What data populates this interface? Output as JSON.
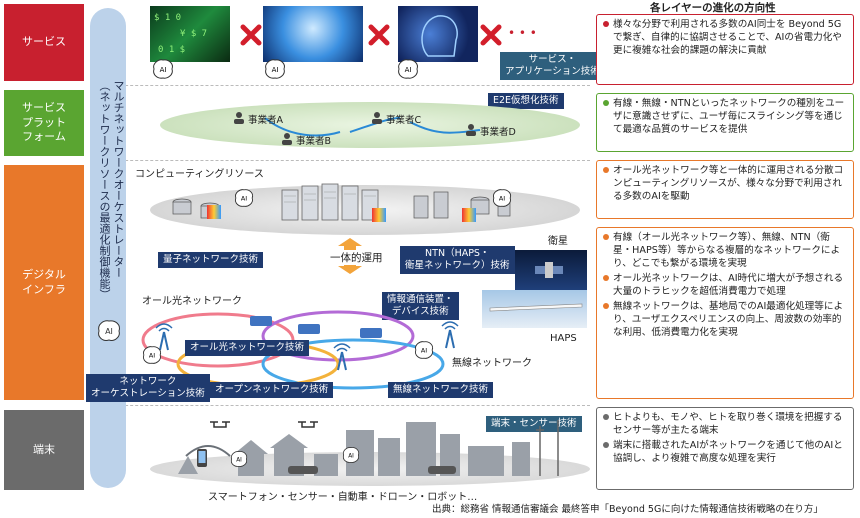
{
  "right_header": "各レイヤーの進化の方向性",
  "layers": [
    {
      "label": "サービス",
      "color": "#c8202f"
    },
    {
      "label": "サービス\nプラット\nフォーム",
      "color": "#5aa531"
    },
    {
      "label": "デジタル\nインフラ",
      "color": "#e8782a"
    },
    {
      "label": "端末",
      "color": "#6b6b6b"
    }
  ],
  "orchestrator": "マルチネットワークオーケストレーター\n（ネットワークリソースの最適化制御機能）",
  "service": {
    "ellipsis": "• • •",
    "tech_label": "サービス・\nアプリケーション技術",
    "ai": "AI"
  },
  "platform": {
    "tech_label": "E2E仮想化技術",
    "operators": [
      "事業者A",
      "事業者B",
      "事業者C",
      "事業者D"
    ]
  },
  "infra": {
    "computing_title": "コンピューティングリソース",
    "integrated": "一体的運用",
    "quantum": "量子ネットワーク技術",
    "ntn": "NTN（HAPS・\n衛星ネットワーク）技術",
    "satellite": "衛星",
    "haps": "HAPS",
    "optical_title": "オール光ネットワーク",
    "device_tech": "情報通信装置・\nデバイス技術",
    "optical_tech": "オール光ネットワーク技術",
    "wireless_title": "無線ネットワーク",
    "network_orch": "ネットワーク\nオーケストレーション技術",
    "open_net": "オープンネットワーク技術",
    "wireless_tech": "無線ネットワーク技術"
  },
  "terminal": {
    "tech_label": "端末・センサー技術",
    "caption": "スマートフォン・センサー・自動車・ドローン・ロボット…"
  },
  "right_boxes": [
    {
      "color": "#c8202f",
      "items": [
        "様々な分野で利用される多数のAI同士を Beyond 5Gで繋ぎ、自律的に協調させることで、AIの省電力化や更に複雑な社会的課題の解決に貢献"
      ]
    },
    {
      "color": "#5aa531",
      "items": [
        "有線・無線・NTNといったネットワークの種別をユーザに意識させずに、ユーザ毎にスライシング等を通じて最適な品質のサービスを提供"
      ]
    },
    {
      "color": "#e8782a",
      "items": [
        "オール光ネットワーク等と一体的に運用される分散コンピューティングリソースが、様々な分野で利用される多数のAIを駆動"
      ]
    },
    {
      "color": "#e8782a",
      "items": [
        "有線（オール光ネットワーク等）、無線、NTN（衛星・HAPS等）等からなる複層的なネットワークにより、どこでも繋がる環境を実現",
        "オール光ネットワークは、AI時代に増大が予想される大量のトラヒックを超低消費電力で処理",
        "無線ネットワークは、基地局でのAI最適化処理等により、ユーザエクスペリエンスの向上、周波数の効率的な利用、低消費電力化を実現"
      ]
    },
    {
      "color": "#6b6b6b",
      "items": [
        "ヒトよりも、モノや、ヒトを取り巻く環境を把握するセンサー等が主たる端末",
        "端末に搭載されたAIがネットワークを通じて他のAIと協調し、より複雑で高度な処理を実行"
      ]
    }
  ],
  "source": "出典：総務省 情報通信審議会 最終答申「Beyond 5Gに向けた情報通信技術戦略の在り方」"
}
